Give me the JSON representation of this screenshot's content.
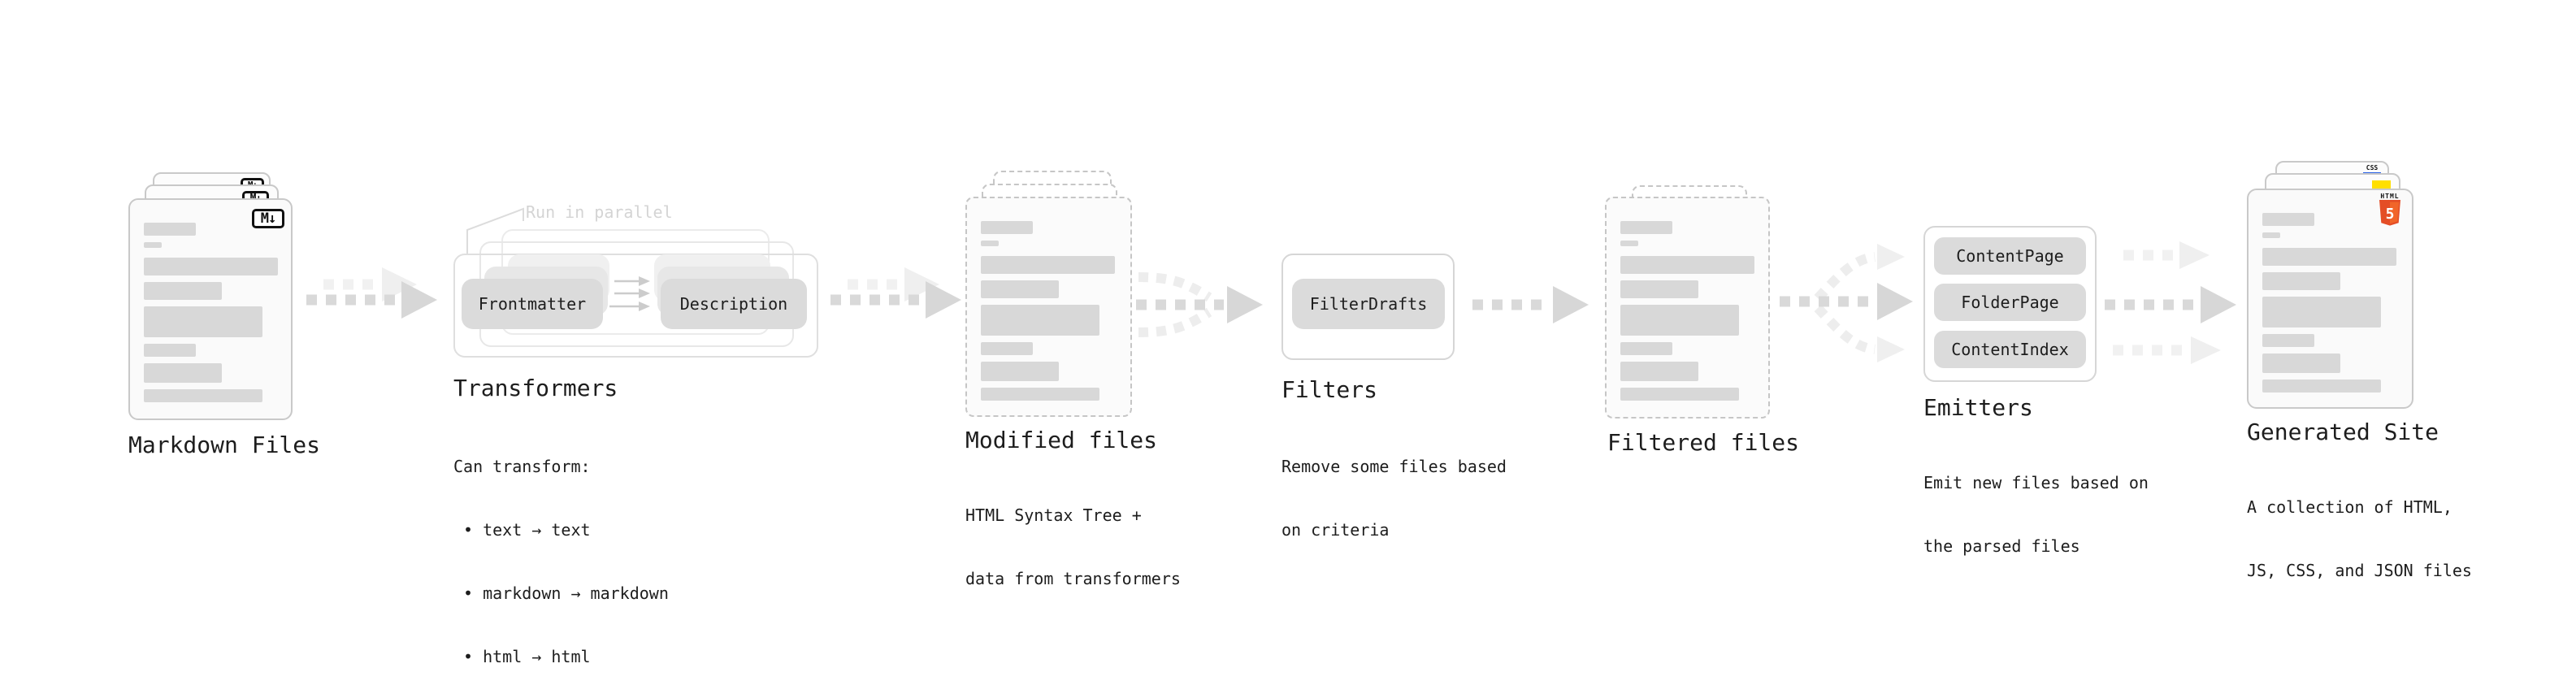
{
  "stages": {
    "markdown": {
      "label": "Markdown Files",
      "badge": "M↓"
    },
    "transformers": {
      "label": "Transformers",
      "annotation": "Run in parallel",
      "chip_frontmatter": "Frontmatter",
      "chip_description": "Description",
      "subtitle": "Can transform:",
      "bullet_1": "• text → text",
      "bullet_2": "• markdown → markdown",
      "bullet_3": "• html → html"
    },
    "modified": {
      "label": "Modified files",
      "subtitle_line1": "HTML Syntax Tree +",
      "subtitle_line2": "data from transformers"
    },
    "filters": {
      "label": "Filters",
      "chip": "FilterDrafts",
      "subtitle_line1": "Remove some files based",
      "subtitle_line2": "on criteria"
    },
    "filtered": {
      "label": "Filtered files"
    },
    "emitters": {
      "label": "Emitters",
      "chip_1": "ContentPage",
      "chip_2": "FolderPage",
      "chip_3": "ContentIndex",
      "subtitle_line1": "Emit new files based on",
      "subtitle_line2": "the parsed files"
    },
    "generated": {
      "label": "Generated Site",
      "subtitle_line1": "A collection of HTML,",
      "subtitle_line2": "JS, CSS, and JSON files",
      "badge_css": "CSS",
      "badge_html": "HTML",
      "badge_html_number": "5"
    }
  },
  "colors": {
    "background": "#ffffff",
    "card_bg": "#fafafa",
    "card_border": "#c9c9c9",
    "placeholder_bar": "#d8d8d8",
    "chip_bg": "#dbdbdb",
    "arrow_dark": "#d9d9d9",
    "arrow_faint": "#f1f1f1",
    "text": "#1d1d1d",
    "annotation": "#d4d4d4",
    "html5_orange": "#e44d26",
    "html5_orange_light": "#f16529",
    "js_yellow": "#ffdf00",
    "css_blue": "#2760e6",
    "md_badge_border": "#111111"
  }
}
